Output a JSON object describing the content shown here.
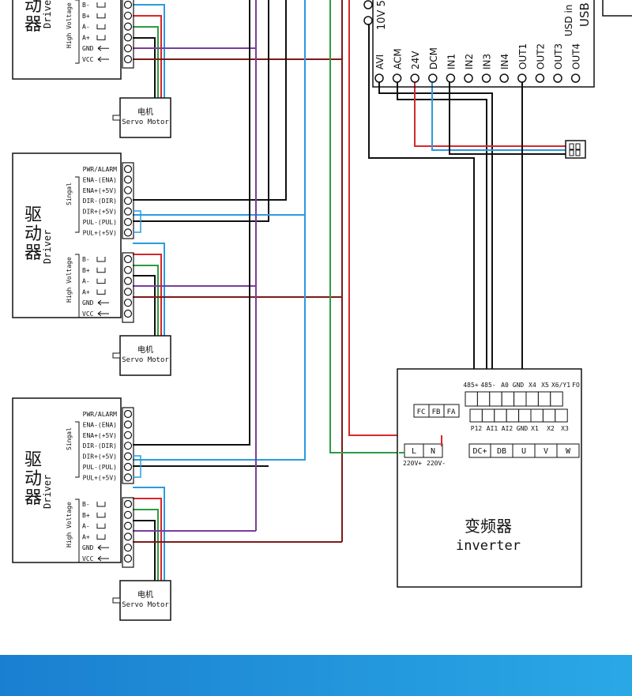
{
  "driver": {
    "title_cn": [
      "驱",
      "动",
      "器"
    ],
    "title_en": "Driver",
    "pins": [
      "PWR/ALARM",
      "ENA-(ENA)",
      "ENA+(+5V)",
      "DIR-(DIR)",
      "DIR+(+5V)",
      "PUL-(PUL)",
      "PUL+(+5V)"
    ],
    "signal_label": "Singal",
    "hv_label": "High Voltage",
    "hv_pins": [
      "B-",
      "B+",
      "A-",
      "A+",
      "GND",
      "VCC"
    ]
  },
  "motor": {
    "title_cn": "电机",
    "title_en": "Servo Motor"
  },
  "plc": {
    "terminals": [
      "AVI",
      "ACM",
      "24V",
      "DCM",
      "IN1",
      "IN2",
      "IN3",
      "IN4",
      "OUT1",
      "OUT2",
      "OUT3",
      "OUT4"
    ],
    "top_label": "10V 5",
    "usb_label": "USB",
    "usd_label": "USD in"
  },
  "inverter": {
    "title_cn": "变频器",
    "title_en": "inverter",
    "top_row": [
      "485+",
      "485-",
      "A0",
      "GND",
      "X4",
      "X5",
      "X6/Y1",
      "FO"
    ],
    "row2": [
      "P12",
      "AI1",
      "AI2",
      "GND",
      "X1",
      "X2",
      "X3"
    ],
    "fc_buttons": [
      "FC",
      "FB",
      "FA"
    ],
    "power": [
      "L",
      "N",
      "DC+",
      "DB",
      "U",
      "V",
      "W"
    ],
    "power_sub": [
      "220V+",
      "220V-"
    ]
  },
  "wire_colors": {
    "black": "#111111",
    "red": "#d9262b",
    "blue": "#2a9be0",
    "green": "#2e9b46",
    "purple": "#7a3d9c",
    "brown": "#7b1a1a"
  },
  "bar_colors": {
    "left": "#1a7fd0",
    "right": "#2aa8e6"
  }
}
